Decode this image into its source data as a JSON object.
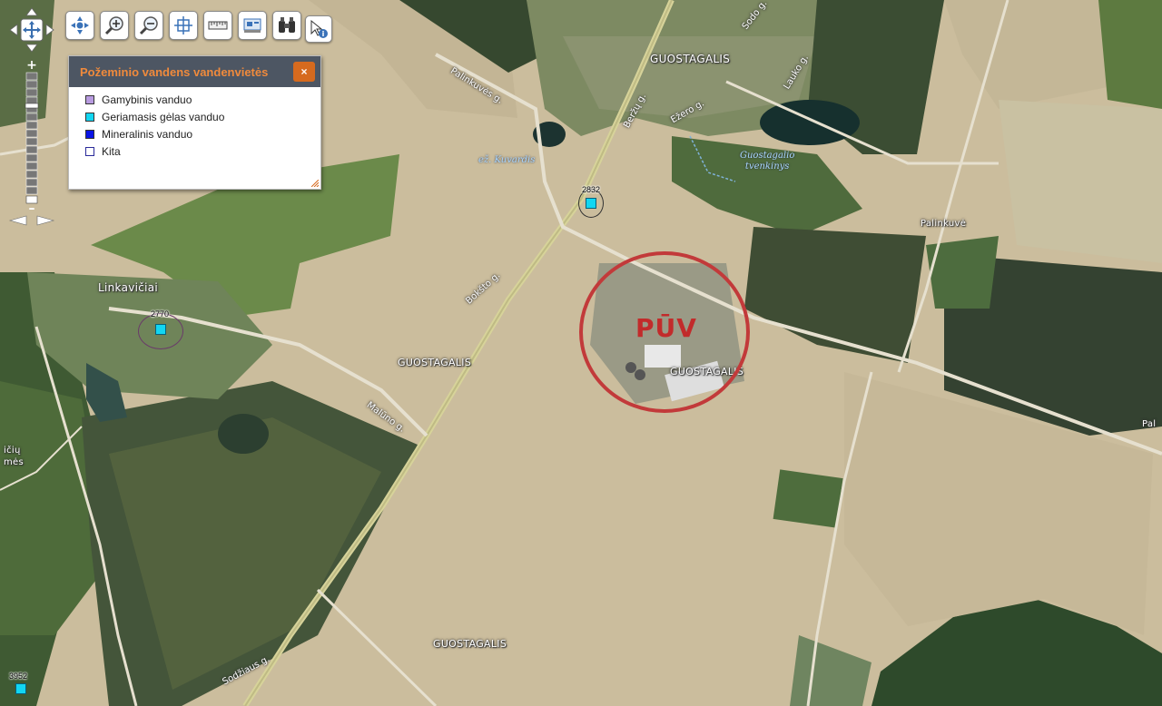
{
  "legend": {
    "title": "Požeminio vandens vandenvietės",
    "close_label": "×",
    "items": [
      {
        "label": "Gamybinis vanduo",
        "color": "#b89be0"
      },
      {
        "label": "Geriamasis gėlas vanduo",
        "color": "#12d6f2"
      },
      {
        "label": "Mineralinis vanduo",
        "color": "#0a14e6"
      },
      {
        "label": "Kita",
        "color": "#ffffff"
      }
    ]
  },
  "toolbar": {
    "icons": [
      "pan-icon",
      "zoom-in-icon",
      "zoom-out-icon",
      "full-extent-icon",
      "measure-icon",
      "print-icon",
      "find-icon",
      "identify-icon"
    ]
  },
  "places": {
    "guostagalis_village": "GUOSTAGALIS",
    "guostagalis_center": "GUOSTAGALIS",
    "guostagalis_farm": "GUOSTAGALIS",
    "guostagalis_south": "GUOSTAGALIS",
    "linkaviciai": "Linkavičiai",
    "palinkuve": "Palinkuvė",
    "edge_right": "Pal",
    "edge_left_1": "ičių",
    "edge_left_2": "mės"
  },
  "streets": {
    "palinkuves": "Palinkuvės g.",
    "berzu": "Beržų g.",
    "ezero": "Ežero g.",
    "lauko": "Lauko g.",
    "sodo": "Sodo g.",
    "boksto": "Bokšto g.",
    "maluno": "Malūno g.",
    "sodziaus": "Sodžiaus g."
  },
  "water_labels": {
    "pond": "Guostagalio\ntvenkinys",
    "creek": "ež. Kuvardis"
  },
  "wells": [
    {
      "id": "2832"
    },
    {
      "id": "2770"
    },
    {
      "id": "3952"
    }
  ],
  "annotation": {
    "label": "PŪV",
    "color": "#c22b2b"
  }
}
